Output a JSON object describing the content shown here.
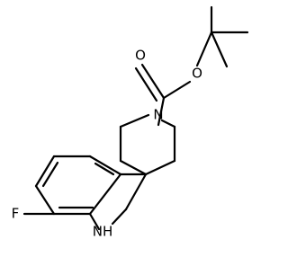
{
  "structure": {
    "labels": {
      "oxygen_carbonyl": "O",
      "oxygen_ester": "O",
      "nitrogen_piperidine": "N",
      "nitrogen_indoline": "NH",
      "fluorine": "F"
    }
  }
}
